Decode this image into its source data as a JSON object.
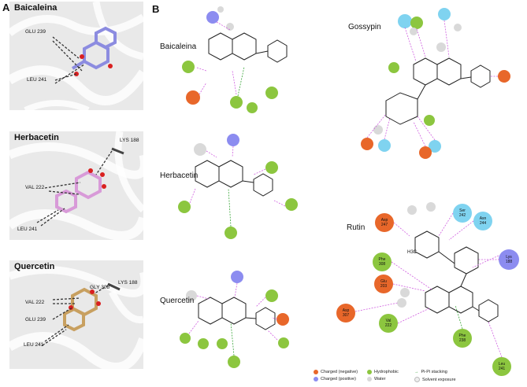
{
  "panels": {
    "a": "A",
    "b": "B"
  },
  "docking": [
    {
      "title": "Baicaleina",
      "residues": [
        "GLU 239",
        "LEU 241"
      ]
    },
    {
      "title": "Herbacetin",
      "residues": [
        "LYS 188",
        "VAL 222",
        "LEU 241"
      ]
    },
    {
      "title": "Quercetin",
      "residues": [
        "LYS 188",
        "GLY 308",
        "VAL 222",
        "GLU 239",
        "LEU 241"
      ]
    }
  ],
  "ligands": {
    "baicaleina": "Baicaleina",
    "herbacetin": "Herbacetin",
    "quercetin": "Quercetin",
    "gossypin": "Gossypin",
    "rutin": "Rutin"
  },
  "rutin_residues": {
    "asp247": [
      "Asp",
      "247"
    ],
    "ser242": [
      "Ser",
      "242"
    ],
    "asn244": [
      "Asn",
      "244"
    ],
    "phe308": [
      "Phe",
      "308"
    ],
    "glu203": [
      "Glu",
      "203"
    ],
    "lys188": [
      "Lys",
      "188"
    ],
    "asp307": [
      "Asp",
      "307"
    ],
    "val222": [
      "Val",
      "222"
    ],
    "phe238": [
      "Phe",
      "238"
    ],
    "leu241": [
      "Leu",
      "241"
    ]
  },
  "rutin_extra": {
    "h3c": "H3C"
  },
  "legend": {
    "charged_negative": "Charged (negative)",
    "charged_positive": "Charged (positive)",
    "hydrophobic": "Hydrophobic",
    "water": "Water",
    "pipi": "Pi-Pi stacking",
    "solvent": "Solvent exposure"
  },
  "colors": {
    "negative": "#e8672a",
    "positive": "#8c8cf0",
    "hydrophobic": "#8cc63f",
    "water": "#d9d9d9",
    "polar": "#7fd3f0",
    "hbond": "#d060e0",
    "pipi": "#3aa63a"
  }
}
